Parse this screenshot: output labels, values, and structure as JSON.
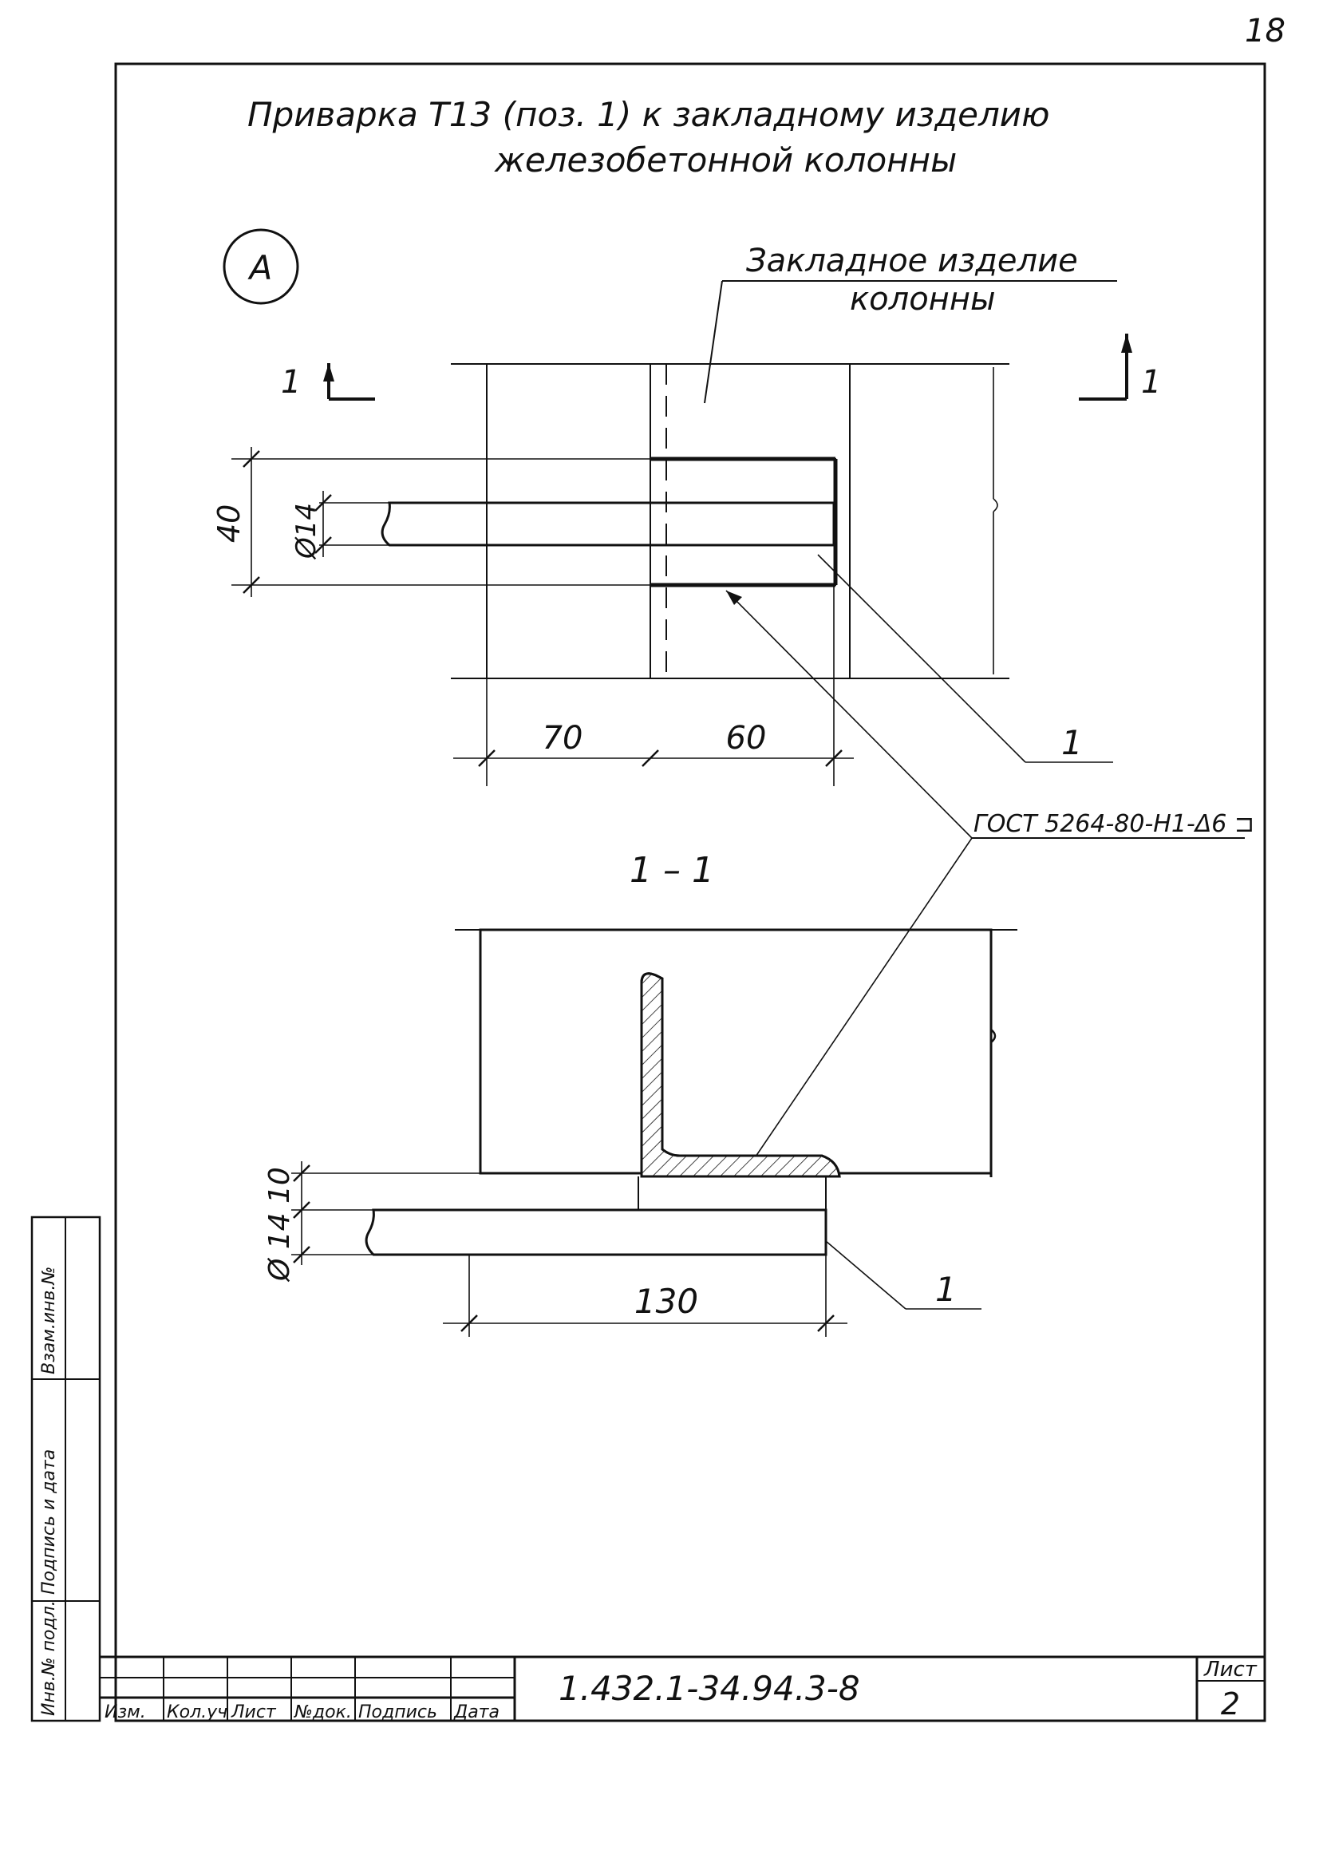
{
  "page_number": "18",
  "title_line1": "Приварка Т13 (поз. 1) к закладному изделию",
  "title_line2": "железобетонной колонны",
  "detail_mark": "А",
  "embedded_label_line1": "Закладное изделие",
  "embedded_label_line2": "колонны",
  "section_mark_left": "1",
  "section_mark_right": "1",
  "section_title": "1 – 1",
  "weld_standard": "ГОСТ 5264-80-Н1-Δ6 ⊐",
  "top_view": {
    "dim_height": "40",
    "dim_diameter": "Ø14",
    "dim_left": "70",
    "dim_right": "60",
    "position_label": "1"
  },
  "section_view": {
    "dim_stack": "Ø 14 10",
    "dim_length": "130",
    "position_label": "1"
  },
  "side_stamp": {
    "col1": "Взам.инв.№",
    "col2": "Подпись и дата",
    "col3": "Инв.№ подл."
  },
  "title_block": {
    "columns": [
      "Изм.",
      "Кол.уч",
      "Лист",
      "№док.",
      "Подпись",
      "Дата"
    ],
    "doc_code": "1.432.1-34.94.3-8",
    "sheet_label": "Лист",
    "sheet_number": "2"
  }
}
